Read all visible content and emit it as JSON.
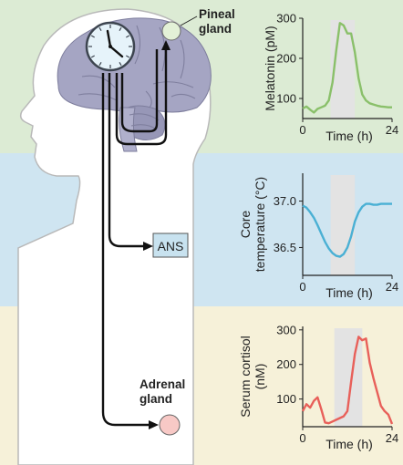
{
  "labels": {
    "pineal_line1": "Pineal",
    "pineal_line2": "gland",
    "ans": "ANS",
    "adrenal_line1": "Adrenal",
    "adrenal_line2": "gland"
  },
  "colors": {
    "top_band": "#dcebd4",
    "middle_band": "#cfe5f1",
    "bottom_band": "#f6f1d9",
    "melatonin": "#8ac06a",
    "temperature": "#4ab0d4",
    "cortisol": "#e8605a",
    "night_shade": "#e3e3e3",
    "ans_box": "#c8e2ef"
  },
  "chart_data": [
    {
      "type": "line",
      "xlabel": "Time (h)",
      "ylabel": "Melatonin (pM)",
      "xlim": [
        0,
        24
      ],
      "ylim": [
        50,
        300
      ],
      "x_ticks": [
        "0",
        "24"
      ],
      "y_ticks": [
        "100",
        "200",
        "300"
      ],
      "shaded_x": [
        7.5,
        14
      ],
      "x": [
        0,
        1,
        2,
        3,
        4,
        5,
        6,
        7,
        8,
        9,
        10,
        11,
        12,
        13,
        14,
        15,
        16,
        17,
        18,
        19,
        20,
        21,
        22,
        23,
        24
      ],
      "series": [
        {
          "values": [
            75,
            80,
            72,
            65,
            74,
            78,
            82,
            95,
            140,
            220,
            288,
            282,
            262,
            262,
            215,
            150,
            110,
            95,
            88,
            85,
            82,
            80,
            79,
            78,
            78
          ]
        }
      ]
    },
    {
      "type": "line",
      "xlabel": "Time (h)",
      "ylabel": "Core temperature (°C)",
      "xlim": [
        0,
        24
      ],
      "ylim": [
        36.2,
        37.3
      ],
      "x_ticks": [
        "0",
        "24"
      ],
      "y_ticks": [
        "36.5",
        "37.0"
      ],
      "shaded_x": [
        7.5,
        14
      ],
      "x": [
        0,
        1,
        2,
        3,
        4,
        5,
        6,
        7,
        8,
        9,
        10,
        11,
        12,
        13,
        14,
        15,
        16,
        17,
        18,
        19,
        20,
        21,
        22,
        23,
        24
      ],
      "series": [
        {
          "values": [
            36.95,
            36.93,
            36.88,
            36.82,
            36.74,
            36.65,
            36.56,
            36.49,
            36.44,
            36.41,
            36.4,
            36.43,
            36.5,
            36.62,
            36.78,
            36.88,
            36.94,
            36.97,
            36.97,
            36.96,
            36.96,
            36.97,
            36.97,
            36.97,
            36.97
          ]
        }
      ]
    },
    {
      "type": "line",
      "xlabel": "Time (h)",
      "ylabel": "Serum cortisol (nM)",
      "xlim": [
        0,
        24
      ],
      "ylim": [
        20,
        310
      ],
      "x_ticks": [
        "0",
        "24"
      ],
      "y_ticks": [
        "100",
        "200",
        "300"
      ],
      "shaded_x": [
        8.5,
        16
      ],
      "x": [
        0,
        1,
        2,
        3,
        4,
        5,
        6,
        7,
        8,
        9,
        10,
        11,
        12,
        13,
        14,
        15,
        16,
        17,
        18,
        19,
        20,
        21,
        22,
        23,
        24
      ],
      "series": [
        {
          "values": [
            65,
            85,
            75,
            95,
            105,
            70,
            32,
            30,
            35,
            40,
            45,
            50,
            65,
            150,
            230,
            280,
            270,
            275,
            205,
            160,
            120,
            80,
            65,
            55,
            28
          ]
        }
      ]
    }
  ]
}
